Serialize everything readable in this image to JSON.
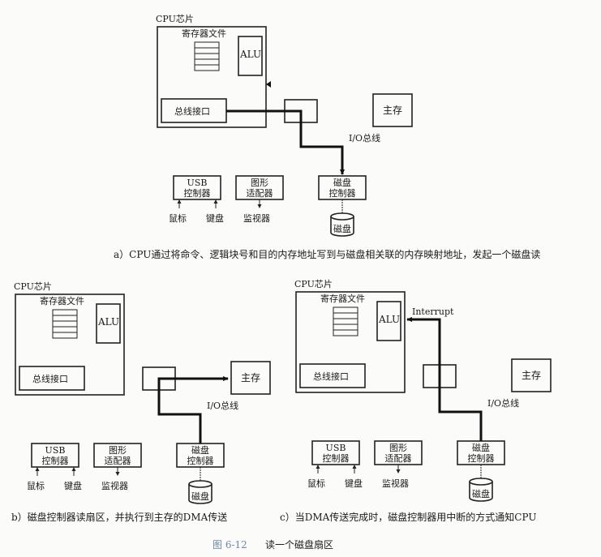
{
  "labels": {
    "cpu_chip": "CPU芯片",
    "register_file": "寄存器文件",
    "alu": "ALU",
    "bus_interface": "总线接口",
    "main_memory": "主存",
    "io_bus": "I/O总线",
    "usb_controller": [
      "USB",
      "控制器"
    ],
    "graphics_adapter": [
      "图形",
      "适配器"
    ],
    "disk_controller": [
      "磁盘",
      "控制器"
    ],
    "mouse": "鼠标",
    "keyboard": "键盘",
    "monitor": "监视器",
    "disk": "磁盘",
    "interrupt": "Interrupt"
  },
  "panels": [
    {
      "id": "a",
      "caption": "a）CPU通过将命令、逻辑块号和目的内存地址写到与磁盘相关联的内存映射地址，发起一个磁盘读"
    },
    {
      "id": "b",
      "caption": "b）磁盘控制器读扇区，并执行到主存的DMA传送"
    },
    {
      "id": "c",
      "caption": "c）当DMA传送完成时，磁盘控制器用中断的方式通知CPU"
    }
  ],
  "figure": {
    "number": "图 6-12",
    "title": "读一个磁盘扇区"
  },
  "colors": {
    "figure_number": "#6a8aa8",
    "ink": "#1a1a1a"
  }
}
